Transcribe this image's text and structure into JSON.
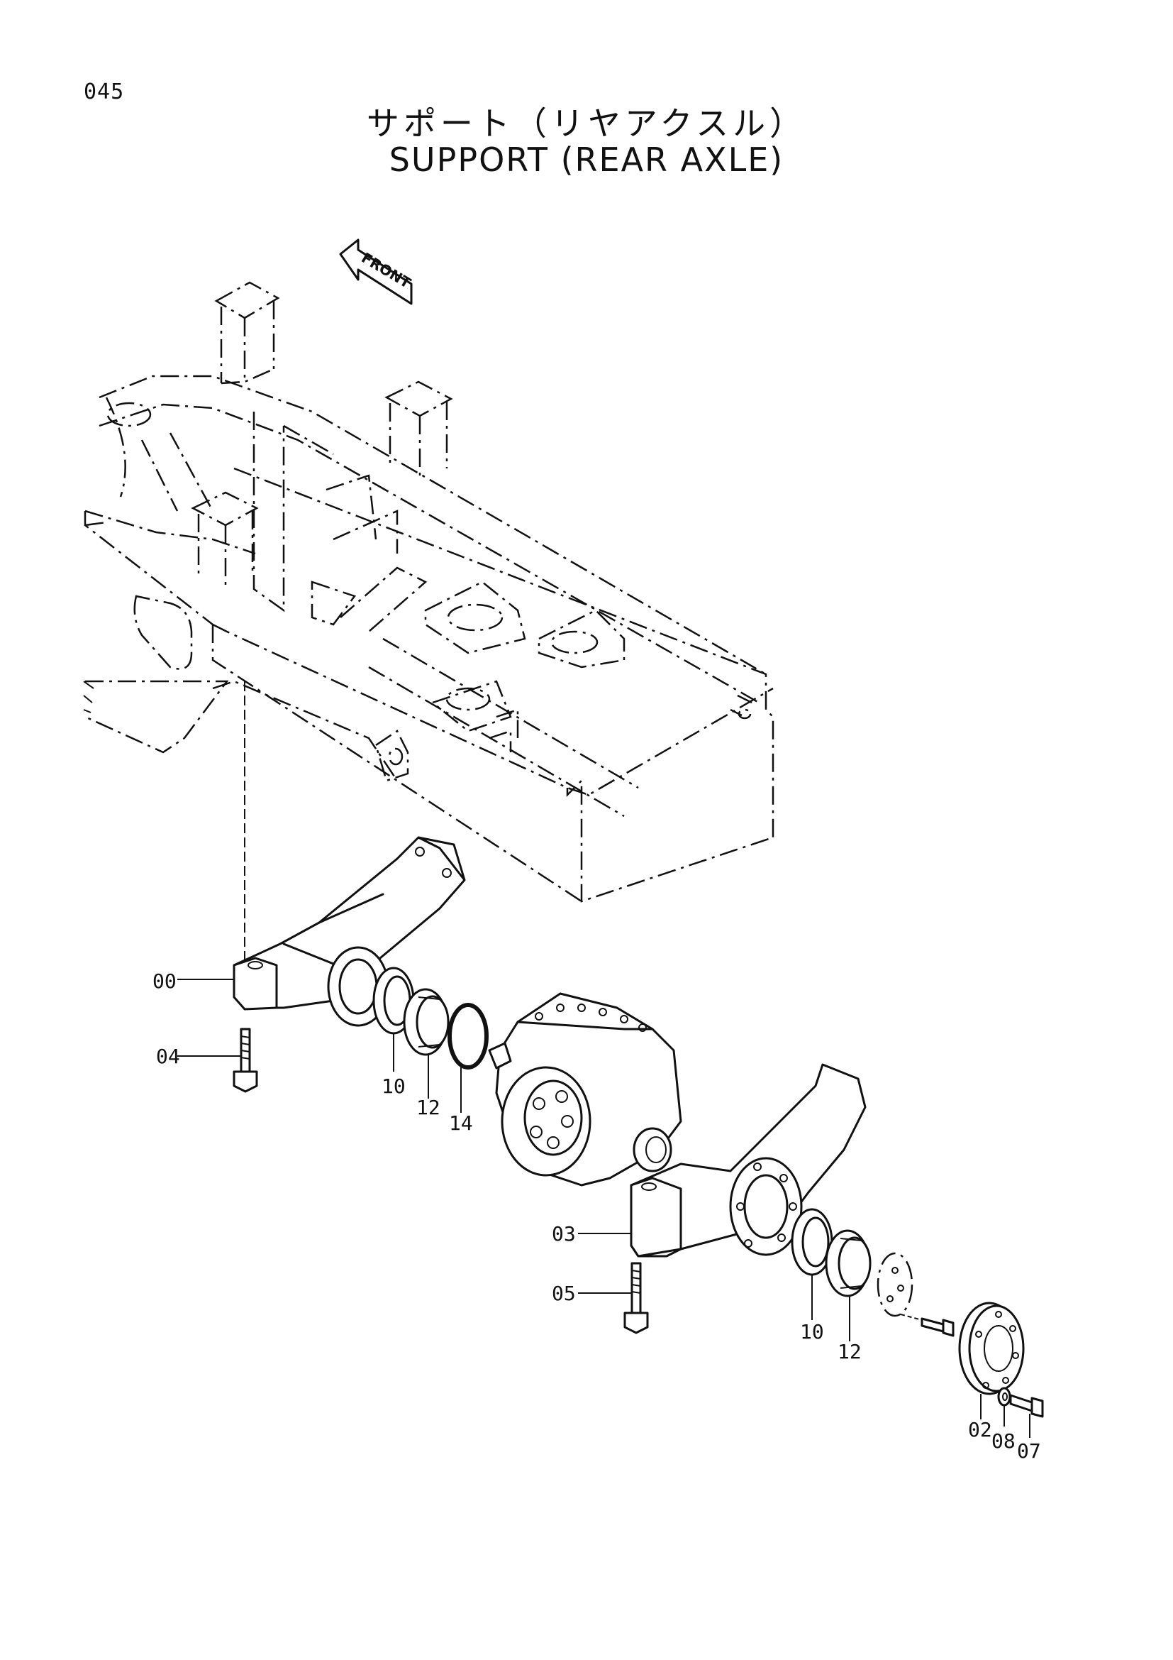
{
  "page": {
    "number": "045",
    "title_jp": "サポート（リヤアクスル）",
    "title_en": "SUPPORT (REAR AXLE)"
  },
  "diagram": {
    "direction_marker": "FRONT",
    "callouts": [
      {
        "id": "00",
        "part": "support-left"
      },
      {
        "id": "04",
        "part": "bolt-left"
      },
      {
        "id": "10",
        "part": "ring-left"
      },
      {
        "id": "12",
        "part": "bushing-left"
      },
      {
        "id": "14",
        "part": "o-ring"
      },
      {
        "id": "03",
        "part": "support-right"
      },
      {
        "id": "05",
        "part": "bolt-right"
      },
      {
        "id": "10",
        "part": "ring-right"
      },
      {
        "id": "12",
        "part": "bushing-right"
      },
      {
        "id": "02",
        "part": "plate"
      },
      {
        "id": "08",
        "part": "washer"
      },
      {
        "id": "07",
        "part": "bolt-plate"
      }
    ]
  }
}
